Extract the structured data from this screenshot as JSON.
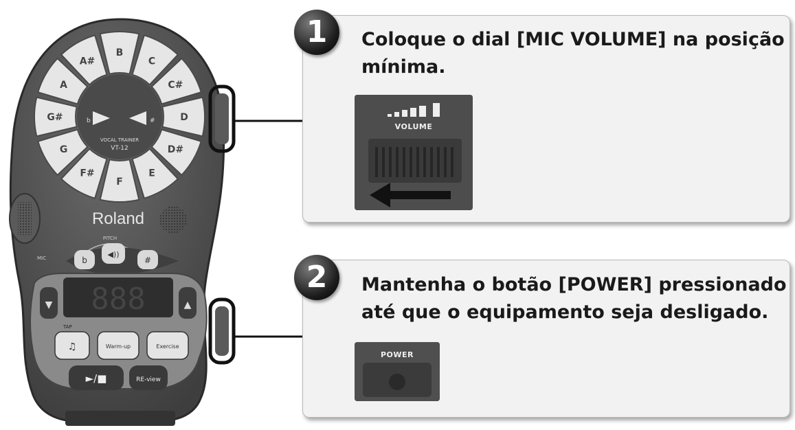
{
  "steps": [
    {
      "number": "1",
      "lines": [
        "Coloque o dial [MIC VOLUME] na posição",
        "mínima."
      ]
    },
    {
      "number": "2",
      "lines": [
        "Mantenha o botão [POWER] pressionado",
        "até que o equipamento seja desligado."
      ]
    }
  ],
  "photos": {
    "volume_label": "VOLUME",
    "power_label": "POWER"
  },
  "device": {
    "brand": "Roland",
    "model_line1": "VOCAL TRAINER",
    "model_line2": "VT-12",
    "flat_symbol": "b",
    "sharp_symbol": "#",
    "pitch_label": "PITCH",
    "mic_label": "MIC",
    "tap_label": "TAP",
    "display_digits": "888",
    "notes": [
      "B",
      "C",
      "C#",
      "D",
      "D#",
      "E",
      "F",
      "F#",
      "G",
      "G#",
      "A",
      "A#"
    ],
    "buttons": {
      "flat": "b",
      "speaker": "◀))",
      "sharp": "#",
      "down": "▼",
      "up": "▲",
      "metronome": "♫",
      "warmup": "Warm-up",
      "exercise": "Exercise",
      "play_stop": "►/■",
      "review": "RE-view"
    }
  },
  "colors": {
    "device_body": "#555555",
    "note_key": "#e6e6e6",
    "panel_bg": "#f2f2f2"
  }
}
